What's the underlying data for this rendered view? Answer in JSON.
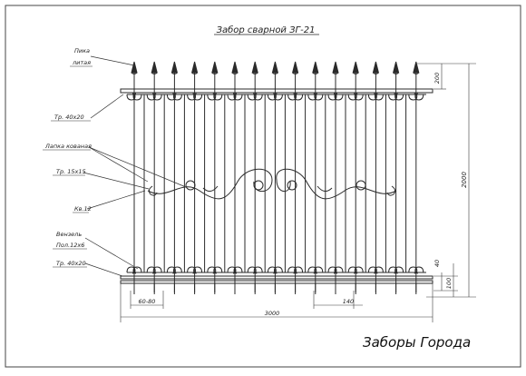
{
  "drawing": {
    "title": "Забор сварной ЗГ-21",
    "stamp": "Заборы Города"
  },
  "callouts": {
    "pika_1": "Пика",
    "pika_2": "литая",
    "tube_top": "Тр. 40х20",
    "lapka": "Лапка кованая",
    "tube_15": "Тр. 15х15",
    "kv12": "Кв.12",
    "venzel": "Вензель",
    "pol": "Пол.12х6",
    "tube_bottom": "Тр. 40х20"
  },
  "dimensions": {
    "top_offset": "200",
    "height": "2000",
    "lower_40": "40",
    "lower_100": "100",
    "gap": "60-80",
    "spacing": "140",
    "width": "3000"
  },
  "colors": {
    "line": "#2a2a2a",
    "dim": "#3a3a3a"
  }
}
